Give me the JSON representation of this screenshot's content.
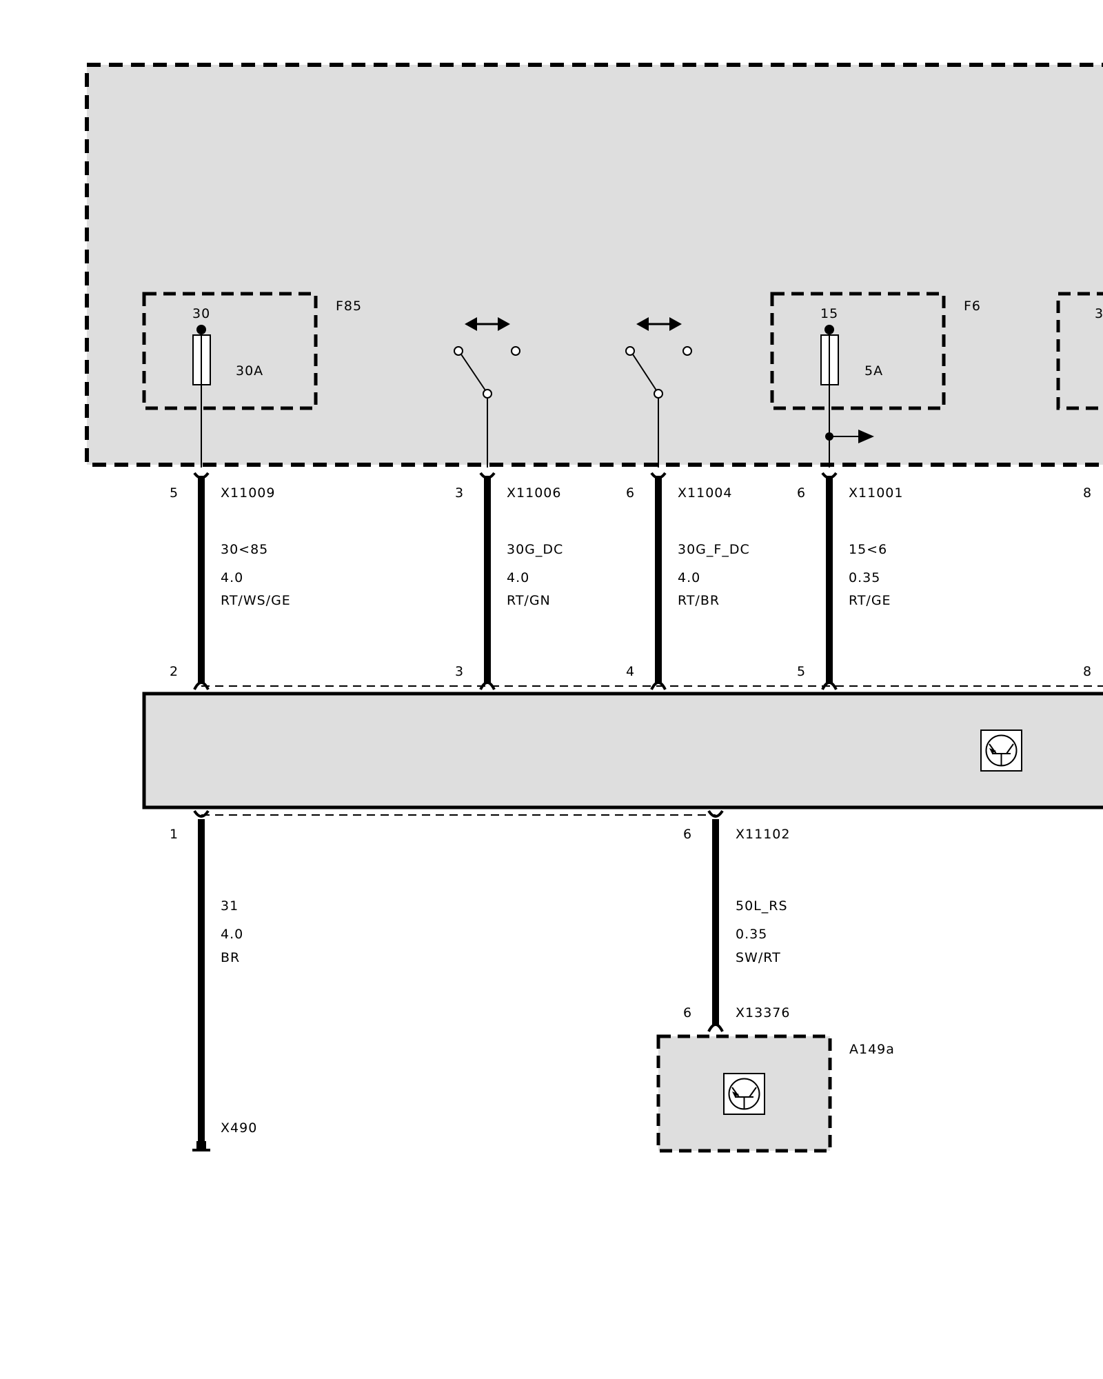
{
  "colors": {
    "fill": "#dedede",
    "line": "#000000",
    "background": "#ffffff"
  },
  "fuses": [
    {
      "id": "F85",
      "terminal": "30",
      "rating": "30A"
    },
    {
      "id": "F6",
      "terminal": "15",
      "rating": "5A"
    },
    {
      "terminal": "3"
    }
  ],
  "wires_top": [
    {
      "pin_top": "5",
      "connector_top": "X11009",
      "signal": "30<85",
      "gauge": "4.0",
      "color": "RT/WS/GE",
      "pin_bottom": "2"
    },
    {
      "pin_top": "3",
      "connector_top": "X11006",
      "signal": "30G_DC",
      "gauge": "4.0",
      "color": "RT/GN",
      "pin_bottom": "3"
    },
    {
      "pin_top": "6",
      "connector_top": "X11004",
      "signal": "30G_F_DC",
      "gauge": "4.0",
      "color": "RT/BR",
      "pin_bottom": "4"
    },
    {
      "pin_top": "6",
      "connector_top": "X11001",
      "signal": "15<6",
      "gauge": "0.35",
      "color": "RT/GE",
      "pin_bottom": "5"
    },
    {
      "pin_top": "8",
      "pin_bottom": "8"
    }
  ],
  "wires_bottom": [
    {
      "pin": "1",
      "signal": "31",
      "gauge": "4.0",
      "color": "BR",
      "ground": "X490"
    },
    {
      "pin": "6",
      "connector": "X11102",
      "signal": "50L_RS",
      "gauge": "0.35",
      "color": "SW/RT",
      "end_pin": "6",
      "end_connector": "X13376"
    }
  ],
  "module": {
    "id": "A149a"
  },
  "icons": [
    "transistor-icon",
    "switch-icon",
    "fuse-icon",
    "double-arrow-icon",
    "arrow-right-icon",
    "ground-icon"
  ]
}
